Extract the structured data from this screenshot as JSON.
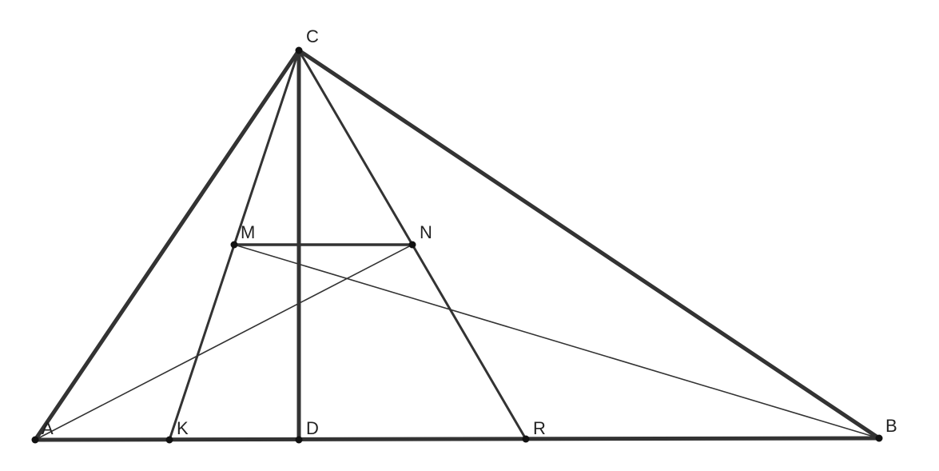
{
  "diagram": {
    "points": [
      {
        "id": "A",
        "label": "A"
      },
      {
        "id": "B",
        "label": "B"
      },
      {
        "id": "C",
        "label": "C"
      },
      {
        "id": "D",
        "label": "D"
      },
      {
        "id": "K",
        "label": "K"
      },
      {
        "id": "R",
        "label": "R"
      },
      {
        "id": "M",
        "label": "M"
      },
      {
        "id": "N",
        "label": "N"
      }
    ],
    "segments": [
      {
        "from": "A",
        "to": "B"
      },
      {
        "from": "A",
        "to": "C"
      },
      {
        "from": "B",
        "to": "C"
      },
      {
        "from": "C",
        "to": "D"
      },
      {
        "from": "C",
        "to": "K"
      },
      {
        "from": "C",
        "to": "R"
      },
      {
        "from": "M",
        "to": "N"
      },
      {
        "from": "A",
        "to": "N"
      },
      {
        "from": "M",
        "to": "B"
      }
    ],
    "colors": {
      "line": "#333333",
      "point": "#111111",
      "label": "#222222"
    }
  }
}
